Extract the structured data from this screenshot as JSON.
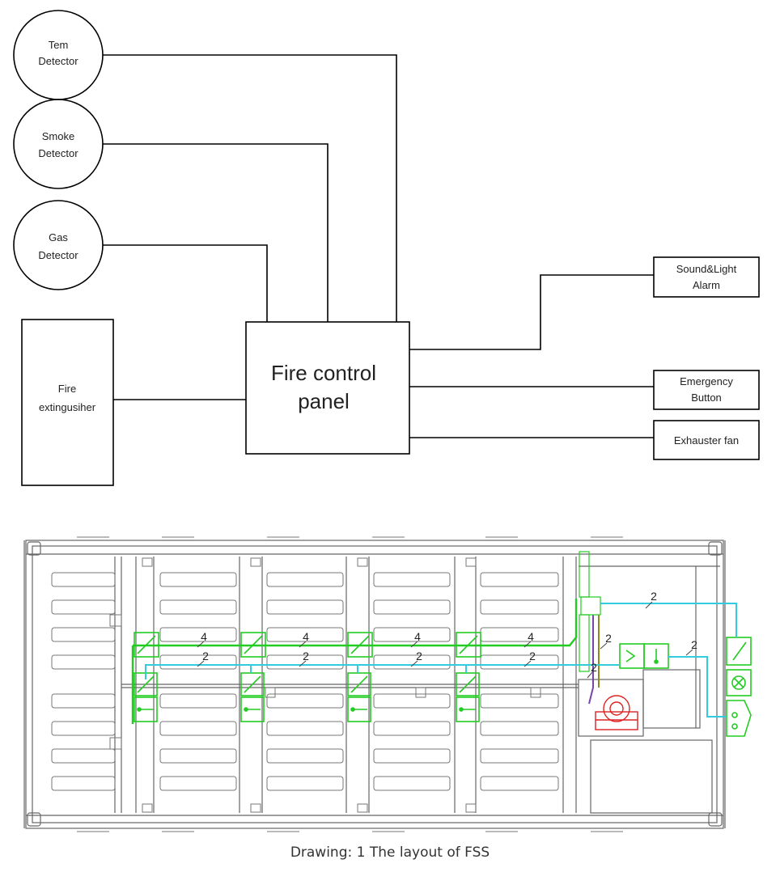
{
  "block_diagram": {
    "detectors": [
      {
        "line1": "Tem",
        "line2": "Detector"
      },
      {
        "line1": "Smoke",
        "line2": "Detector"
      },
      {
        "line1": "Gas",
        "line2": "Detector"
      }
    ],
    "extinguisher": {
      "line1": "Fire",
      "line2": "extingusiher"
    },
    "panel": {
      "line1": "Fire control",
      "line2": "panel"
    },
    "outputs": [
      {
        "line1": "Sound&Light",
        "line2": "Alarm"
      },
      {
        "line1": "Emergency",
        "line2": "Button"
      },
      {
        "line1": "Exhauster fan",
        "line2": ""
      }
    ]
  },
  "layout_plan": {
    "cable_labels": {
      "green": [
        "4",
        "4",
        "4",
        "4"
      ],
      "cyan": [
        "2",
        "2",
        "2",
        "2"
      ],
      "right": [
        "2",
        "2",
        "2",
        "2"
      ]
    },
    "colors": {
      "frame": "#666666",
      "green": "#22cc22",
      "cyan": "#33ccdd",
      "red": "#dd2222",
      "purple": "#7744aa",
      "olive": "#8a8a20"
    }
  },
  "caption": "Drawing: 1 The layout of FSS"
}
